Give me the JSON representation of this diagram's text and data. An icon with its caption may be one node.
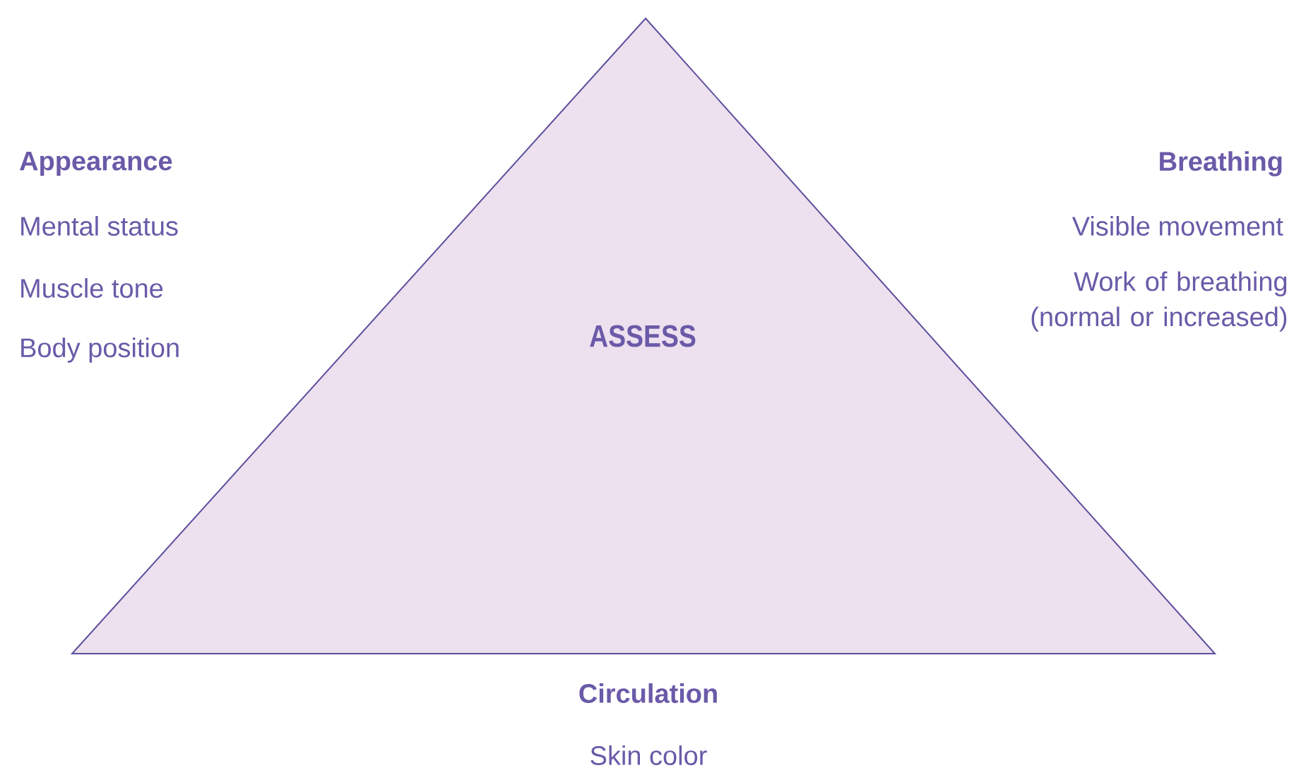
{
  "diagram": {
    "nodes": [
      {
        "text": [
          "ASSESS"
        ]
      }
    ],
    "labels": [
      "Appearance",
      "Mental status",
      "Muscle tone",
      "Body position",
      "Breathing",
      "Visible movement",
      "Work of breathing (normal or increased)",
      "Circulation",
      "Skin color"
    ]
  }
}
